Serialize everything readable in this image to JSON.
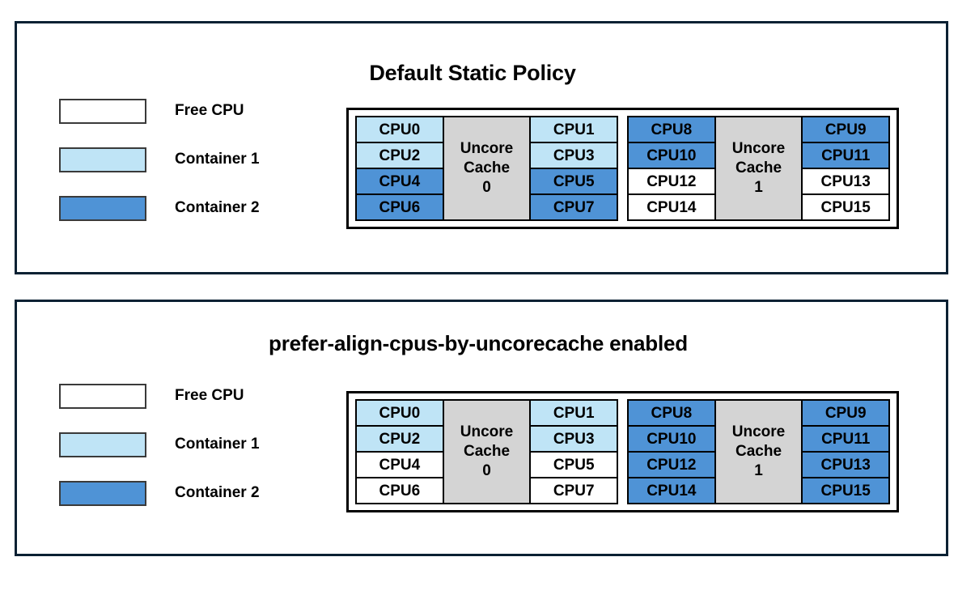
{
  "palette": {
    "free": "#ffffff",
    "container1": "#bfe4f6",
    "container2": "#4f93d6",
    "cache": "#d4d4d4",
    "panel_border": "#0b2133",
    "grid_border": "#000000",
    "text": "#000000"
  },
  "legend": {
    "items": [
      {
        "label": "Free CPU",
        "fill": "#ffffff"
      },
      {
        "label": "Container 1",
        "fill": "#bfe4f6"
      },
      {
        "label": "Container 2",
        "fill": "#4f93d6"
      }
    ]
  },
  "panels": [
    {
      "id": "default-static-policy",
      "title": "Default Static Policy",
      "groups": [
        {
          "cache_line1": "Uncore",
          "cache_line2": "Cache",
          "cache_index": "0",
          "left_column": [
            {
              "label": "CPU0",
              "state": "container1"
            },
            {
              "label": "CPU2",
              "state": "container1"
            },
            {
              "label": "CPU4",
              "state": "container2"
            },
            {
              "label": "CPU6",
              "state": "container2"
            }
          ],
          "right_column": [
            {
              "label": "CPU1",
              "state": "container1"
            },
            {
              "label": "CPU3",
              "state": "container1"
            },
            {
              "label": "CPU5",
              "state": "container2"
            },
            {
              "label": "CPU7",
              "state": "container2"
            }
          ]
        },
        {
          "cache_line1": "Uncore",
          "cache_line2": "Cache",
          "cache_index": "1",
          "left_column": [
            {
              "label": "CPU8",
              "state": "container2"
            },
            {
              "label": "CPU10",
              "state": "container2"
            },
            {
              "label": "CPU12",
              "state": "free"
            },
            {
              "label": "CPU14",
              "state": "free"
            }
          ],
          "right_column": [
            {
              "label": "CPU9",
              "state": "container2"
            },
            {
              "label": "CPU11",
              "state": "container2"
            },
            {
              "label": "CPU13",
              "state": "free"
            },
            {
              "label": "CPU15",
              "state": "free"
            }
          ]
        }
      ]
    },
    {
      "id": "prefer-align-cpus-by-uncorecache-enabled",
      "title": "prefer-align-cpus-by-uncorecache enabled",
      "groups": [
        {
          "cache_line1": "Uncore",
          "cache_line2": "Cache",
          "cache_index": "0",
          "left_column": [
            {
              "label": "CPU0",
              "state": "container1"
            },
            {
              "label": "CPU2",
              "state": "container1"
            },
            {
              "label": "CPU4",
              "state": "free"
            },
            {
              "label": "CPU6",
              "state": "free"
            }
          ],
          "right_column": [
            {
              "label": "CPU1",
              "state": "container1"
            },
            {
              "label": "CPU3",
              "state": "container1"
            },
            {
              "label": "CPU5",
              "state": "free"
            },
            {
              "label": "CPU7",
              "state": "free"
            }
          ]
        },
        {
          "cache_line1": "Uncore",
          "cache_line2": "Cache",
          "cache_index": "1",
          "left_column": [
            {
              "label": "CPU8",
              "state": "container2"
            },
            {
              "label": "CPU10",
              "state": "container2"
            },
            {
              "label": "CPU12",
              "state": "container2"
            },
            {
              "label": "CPU14",
              "state": "container2"
            }
          ],
          "right_column": [
            {
              "label": "CPU9",
              "state": "container2"
            },
            {
              "label": "CPU11",
              "state": "container2"
            },
            {
              "label": "CPU13",
              "state": "container2"
            },
            {
              "label": "CPU15",
              "state": "container2"
            }
          ]
        }
      ]
    }
  ]
}
